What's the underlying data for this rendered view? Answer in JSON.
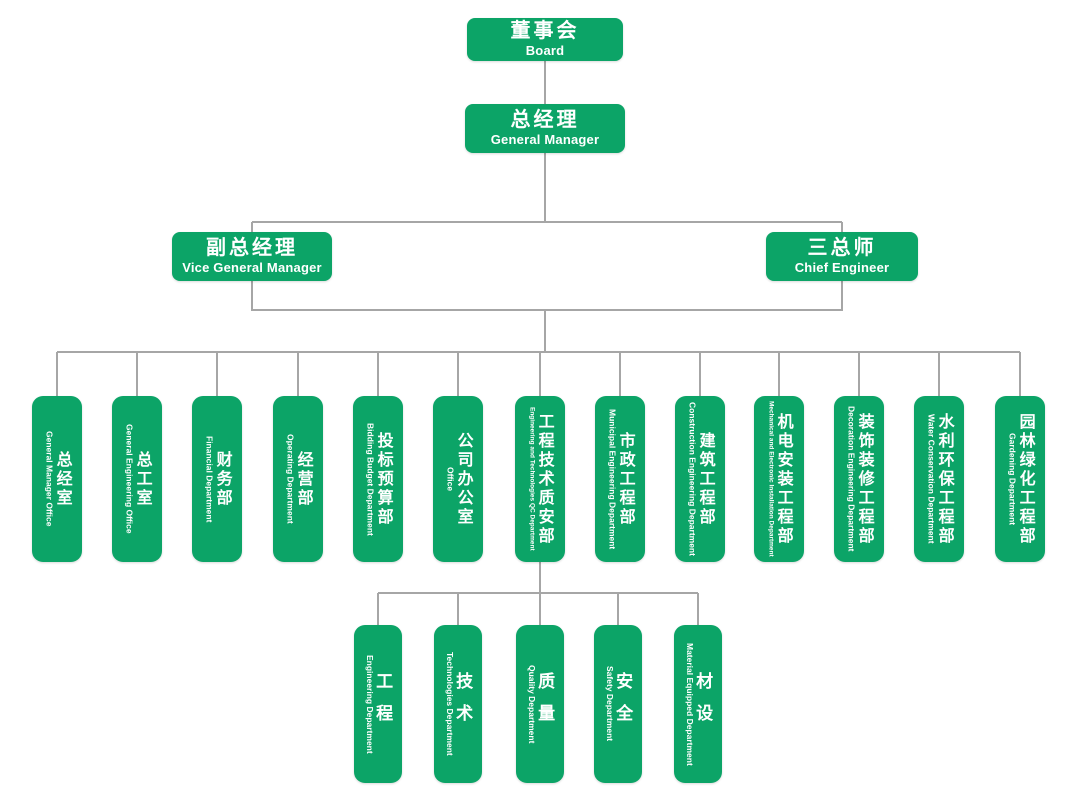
{
  "org": {
    "colors": {
      "box": "#0CA467",
      "line": "#A6A6A6",
      "text": "#FFFFFF"
    },
    "nodes": {
      "board": {
        "zh": "董事会",
        "en": "Board"
      },
      "general_manager": {
        "zh": "总经理",
        "en": "General Manager"
      },
      "vice_general_manager": {
        "zh": "副总经理",
        "en": "Vice General Manager"
      },
      "chief_engineer": {
        "zh": "三总师",
        "en": "Chief Engineer"
      }
    },
    "departments": [
      {
        "zh": "总经室",
        "en": "General Manager Office"
      },
      {
        "zh": "总工室",
        "en": "General Engineering Office"
      },
      {
        "zh": "财务部",
        "en": "Financial Department"
      },
      {
        "zh": "经营部",
        "en": "Operating Department"
      },
      {
        "zh": "投标预算部",
        "en": "Bidding Budget Department"
      },
      {
        "zh": "公司办公室",
        "en": "Office"
      },
      {
        "zh": "工程技术质安部",
        "en": "Engineering and Technologies QC Department"
      },
      {
        "zh": "市政工程部",
        "en": "Municipal Engineering Department"
      },
      {
        "zh": "建筑工程部",
        "en": "Construction Engineering Department"
      },
      {
        "zh": "机电安装工程部",
        "en": "Mechanical and Electronic Installation Department"
      },
      {
        "zh": "装饰装修工程部",
        "en": "Decoration Engineering Department"
      },
      {
        "zh": "水利环保工程部",
        "en": "Water Conservation Department"
      },
      {
        "zh": "园林绿化工程部",
        "en": "Gardening Department"
      }
    ],
    "sub_departments": [
      {
        "zh": "工程",
        "en": "Engineering Department"
      },
      {
        "zh": "技术",
        "en": "Technologies Department"
      },
      {
        "zh": "质量",
        "en": "Quality Department"
      },
      {
        "zh": "安全",
        "en": "Safety Department"
      },
      {
        "zh": "材设",
        "en": "Material Equipped Department"
      }
    ]
  }
}
